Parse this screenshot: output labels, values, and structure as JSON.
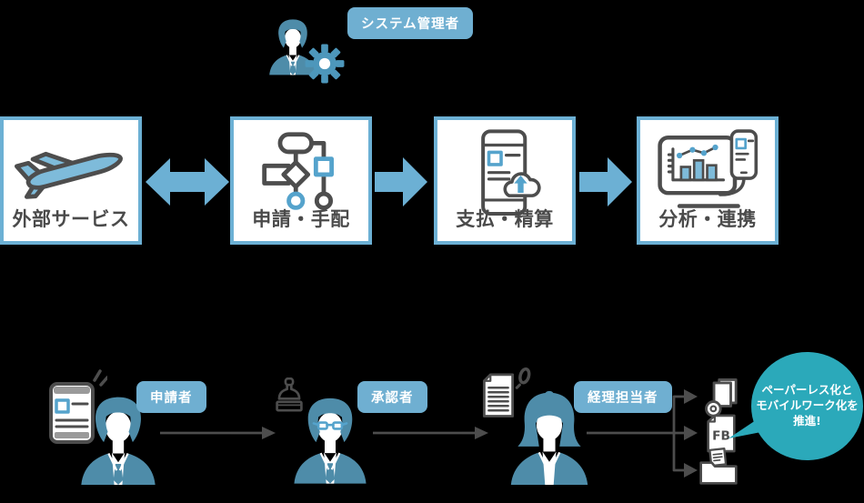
{
  "colors": {
    "background": "#000000",
    "box_background": "#FFFFFF",
    "accent_blue": "#6CB0D4",
    "label_blue": "#6FAFD1",
    "light_icon_blue": "#7EBBDA",
    "mid_icon_blue": "#55A3CC",
    "outline_gray": "#4D4D4D",
    "person_teal": "#4E8CA9",
    "gear_blue": "#4D97BB",
    "bubble_teal": "#2BA9BA",
    "text_dark": "#4A4A4A"
  },
  "admin": {
    "label": "システム管理者",
    "icon": "admin-person-icon",
    "gear_icon": "gear-icon"
  },
  "process_flow": {
    "boxes": [
      {
        "label": "外部サービス",
        "icon": "airplane-icon"
      },
      {
        "label": "申請・手配",
        "icon": "flowchart-icon"
      },
      {
        "label": "支払・精算",
        "icon": "smartphone-upload-icon"
      },
      {
        "label": "分析・連携",
        "icon": "analytics-dashboard-icon"
      }
    ],
    "connectors": [
      {
        "type": "double-arrow"
      },
      {
        "type": "arrow-right"
      },
      {
        "type": "arrow-right"
      }
    ]
  },
  "actors": [
    {
      "label": "申請者",
      "icon": "notification-smartphone-icon"
    },
    {
      "label": "承認者",
      "icon": "stamp-icon"
    },
    {
      "label": "経理担当者",
      "icon": "receipt-document-icon"
    }
  ],
  "outputs": [
    {
      "icon": "disc-media-icon"
    },
    {
      "icon": "fb-file-icon",
      "text": "FB"
    },
    {
      "icon": "document-folder-icon"
    }
  ],
  "speech_bubble": {
    "lines": [
      "ペーパーレス化と",
      "モバイルワーク化を",
      "推進!"
    ]
  }
}
